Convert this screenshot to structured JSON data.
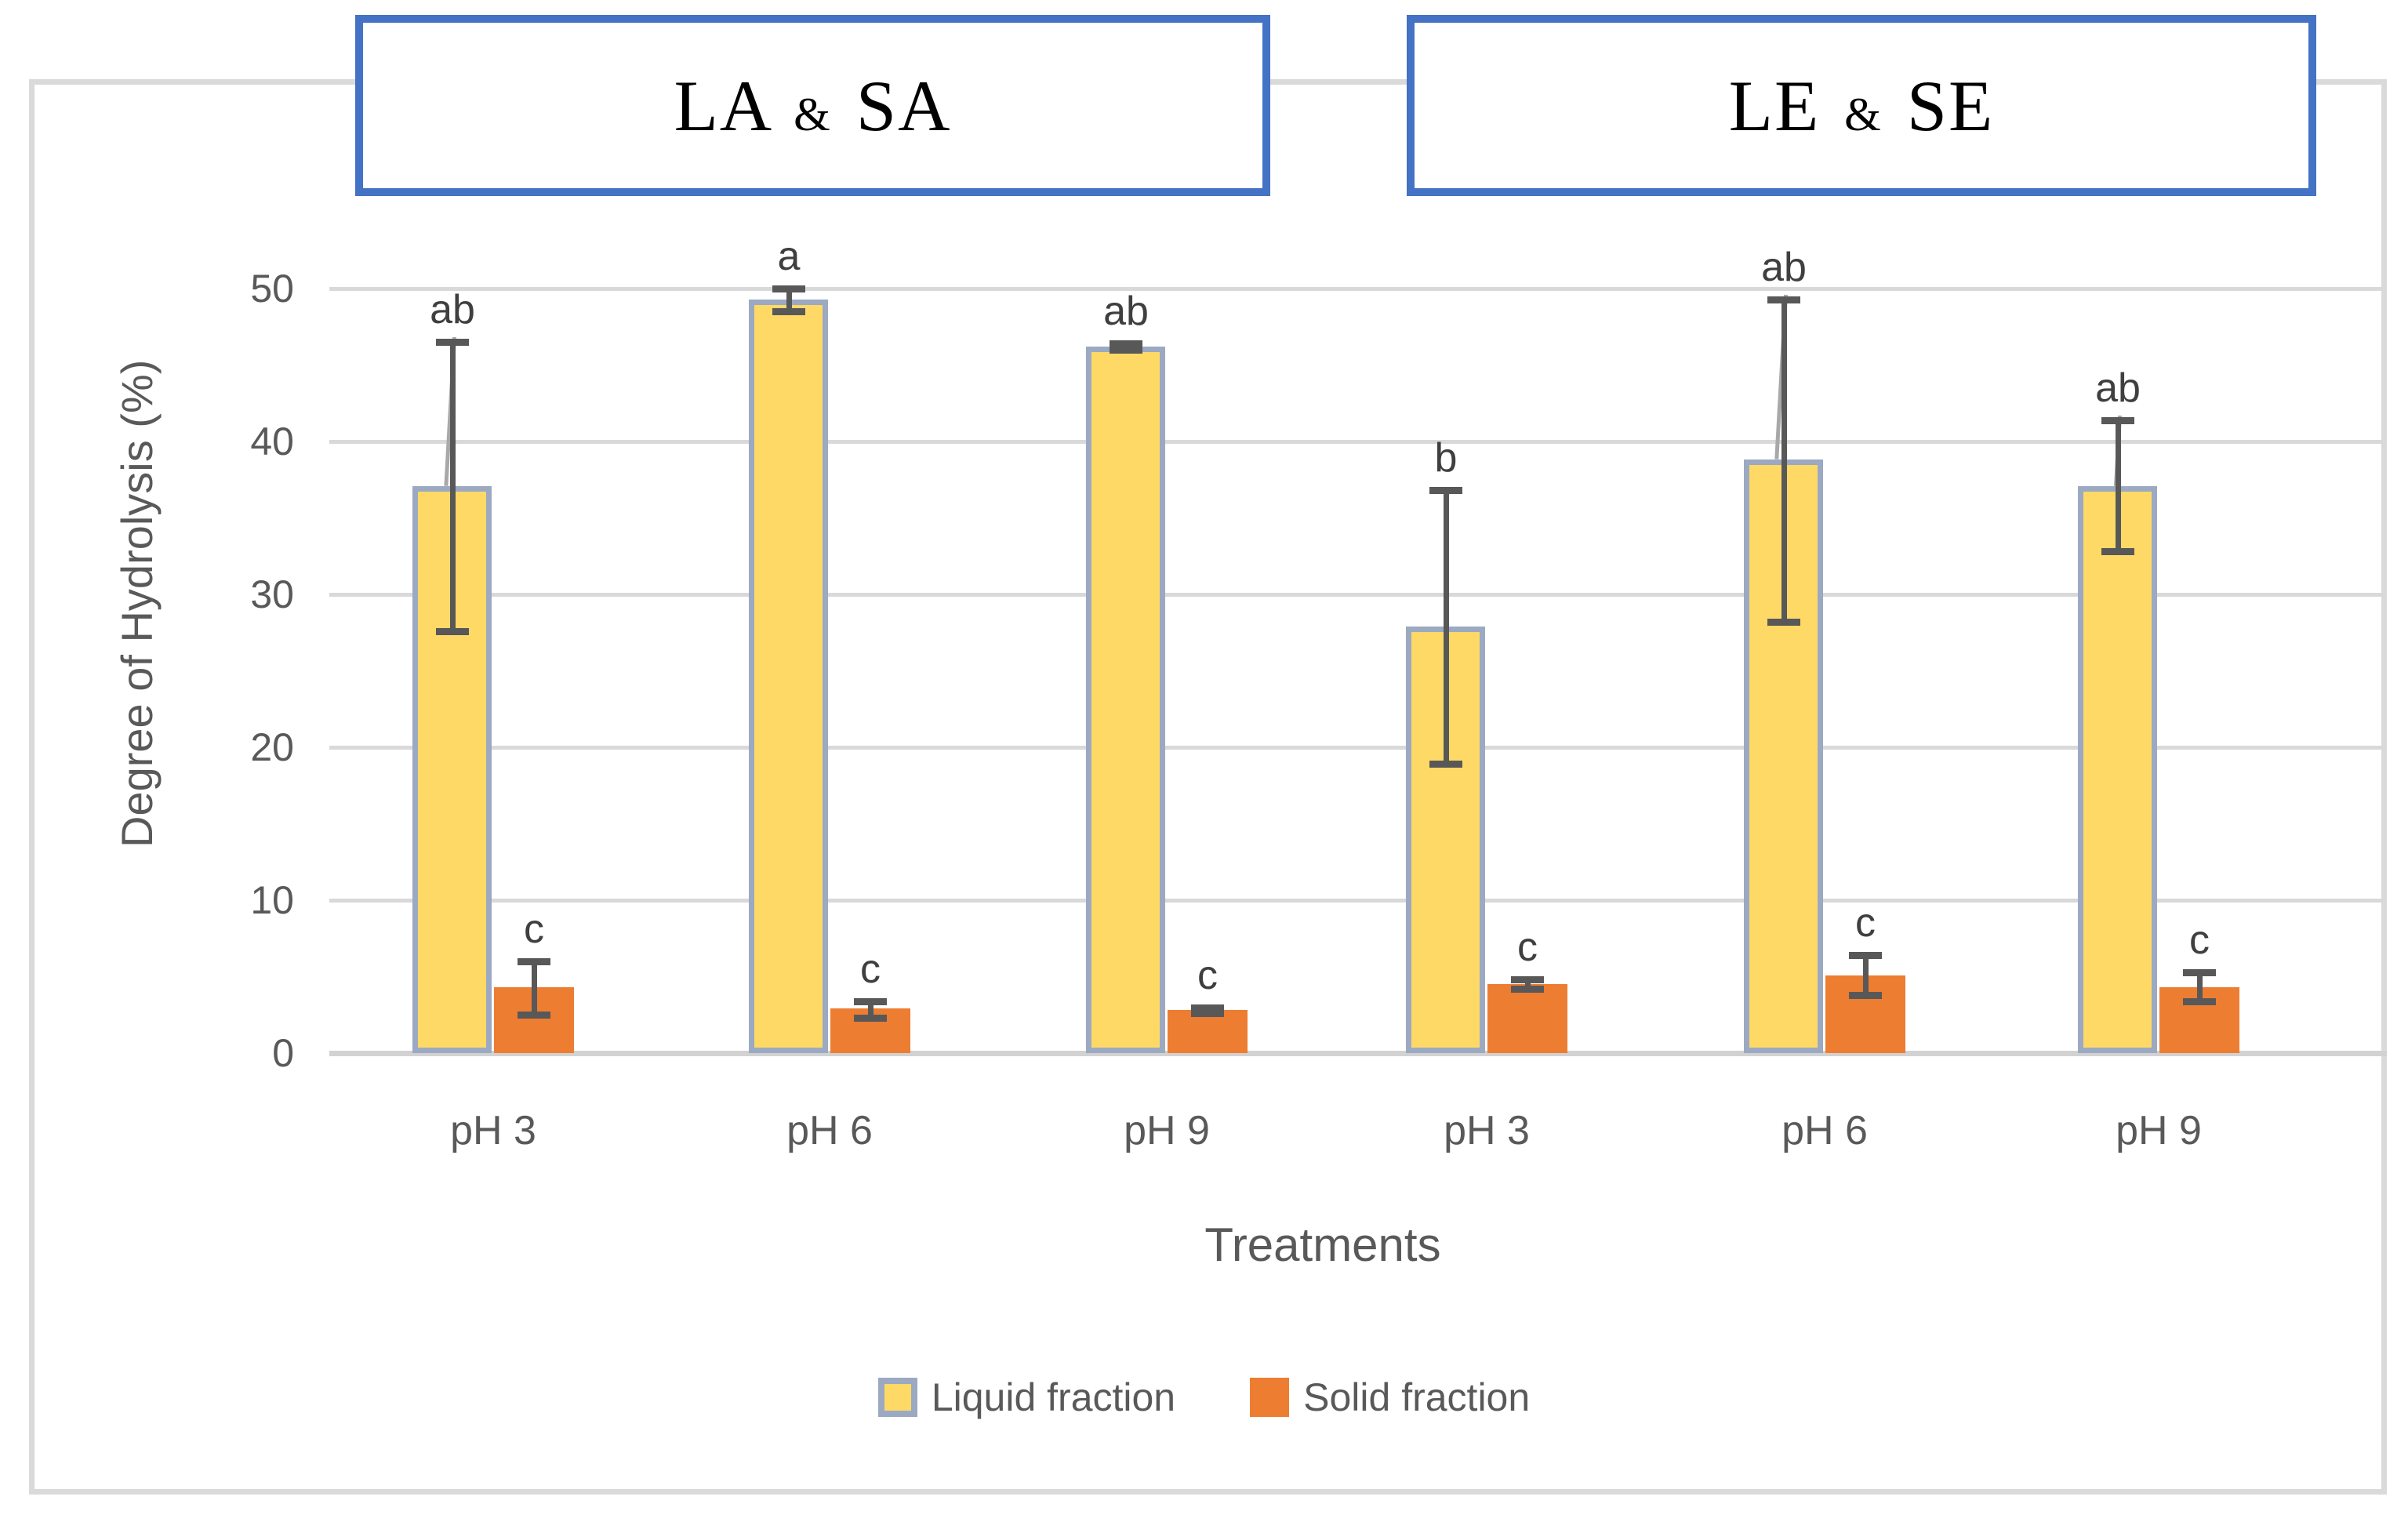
{
  "figure": {
    "group_headers": [
      {
        "label": "LA & SA"
      },
      {
        "label": "LE & SE"
      }
    ],
    "y_axis": {
      "title": "Degree of Hydrolysis (%)",
      "tick_labels": [
        "0",
        "10",
        "20",
        "30",
        "40",
        "50"
      ],
      "min": 0,
      "max": 50
    },
    "x_axis": {
      "title": "Treatments"
    },
    "legend": [
      {
        "label": "Liquid fraction",
        "color": "#ffd966",
        "border_color": "#9ba9c2"
      },
      {
        "label": "Solid fraction",
        "color": "#ed7d31"
      }
    ],
    "colors": {
      "liquid_fill": "#ffd966",
      "liquid_border": "#9ba9c2",
      "solid_fill": "#ed7d31",
      "gridline": "#d9d9d9",
      "frame_border": "#dadada",
      "header_box_border": "#4472c4",
      "axis_text": "#595959",
      "letter_text": "#3f3f3f",
      "error_bar": "#585858",
      "leader_line": "#a8a8a8"
    }
  },
  "chart_data": {
    "type": "bar",
    "title": "",
    "xlabel": "Treatments",
    "ylabel": "Degree of Hydrolysis (%)",
    "ylim": [
      0,
      50
    ],
    "ytick_step": 10,
    "grid": true,
    "legend_position": "bottom",
    "categories": [
      "pH 3",
      "pH 6",
      "pH 9",
      "pH 3",
      "pH 6",
      "pH 9"
    ],
    "category_sections": [
      "LA & SA",
      "LA & SA",
      "LA & SA",
      "LE & SE",
      "LE & SE",
      "LE & SE"
    ],
    "series": [
      {
        "name": "Liquid fraction",
        "values": [
          37.1,
          49.3,
          46.2,
          27.9,
          38.8,
          37.1
        ],
        "error_high": [
          46.5,
          50.0,
          46.4,
          36.8,
          49.3,
          41.4
        ],
        "error_low": [
          27.6,
          48.5,
          46.0,
          18.9,
          28.2,
          32.8
        ],
        "letters": [
          "ab",
          "a",
          "ab",
          "b",
          "ab",
          "ab"
        ],
        "leader_lines": [
          true,
          false,
          false,
          false,
          true,
          true
        ]
      },
      {
        "name": "Solid fraction",
        "values": [
          4.3,
          2.9,
          2.8,
          4.5,
          5.1,
          4.3
        ],
        "error_high": [
          6.0,
          3.4,
          3.0,
          4.8,
          6.4,
          5.3
        ],
        "error_low": [
          2.5,
          2.3,
          2.6,
          4.2,
          3.8,
          3.4
        ],
        "letters": [
          "c",
          "c",
          "c",
          "c",
          "c",
          "c"
        ],
        "leader_lines": [
          false,
          false,
          false,
          false,
          false,
          false
        ]
      }
    ]
  }
}
